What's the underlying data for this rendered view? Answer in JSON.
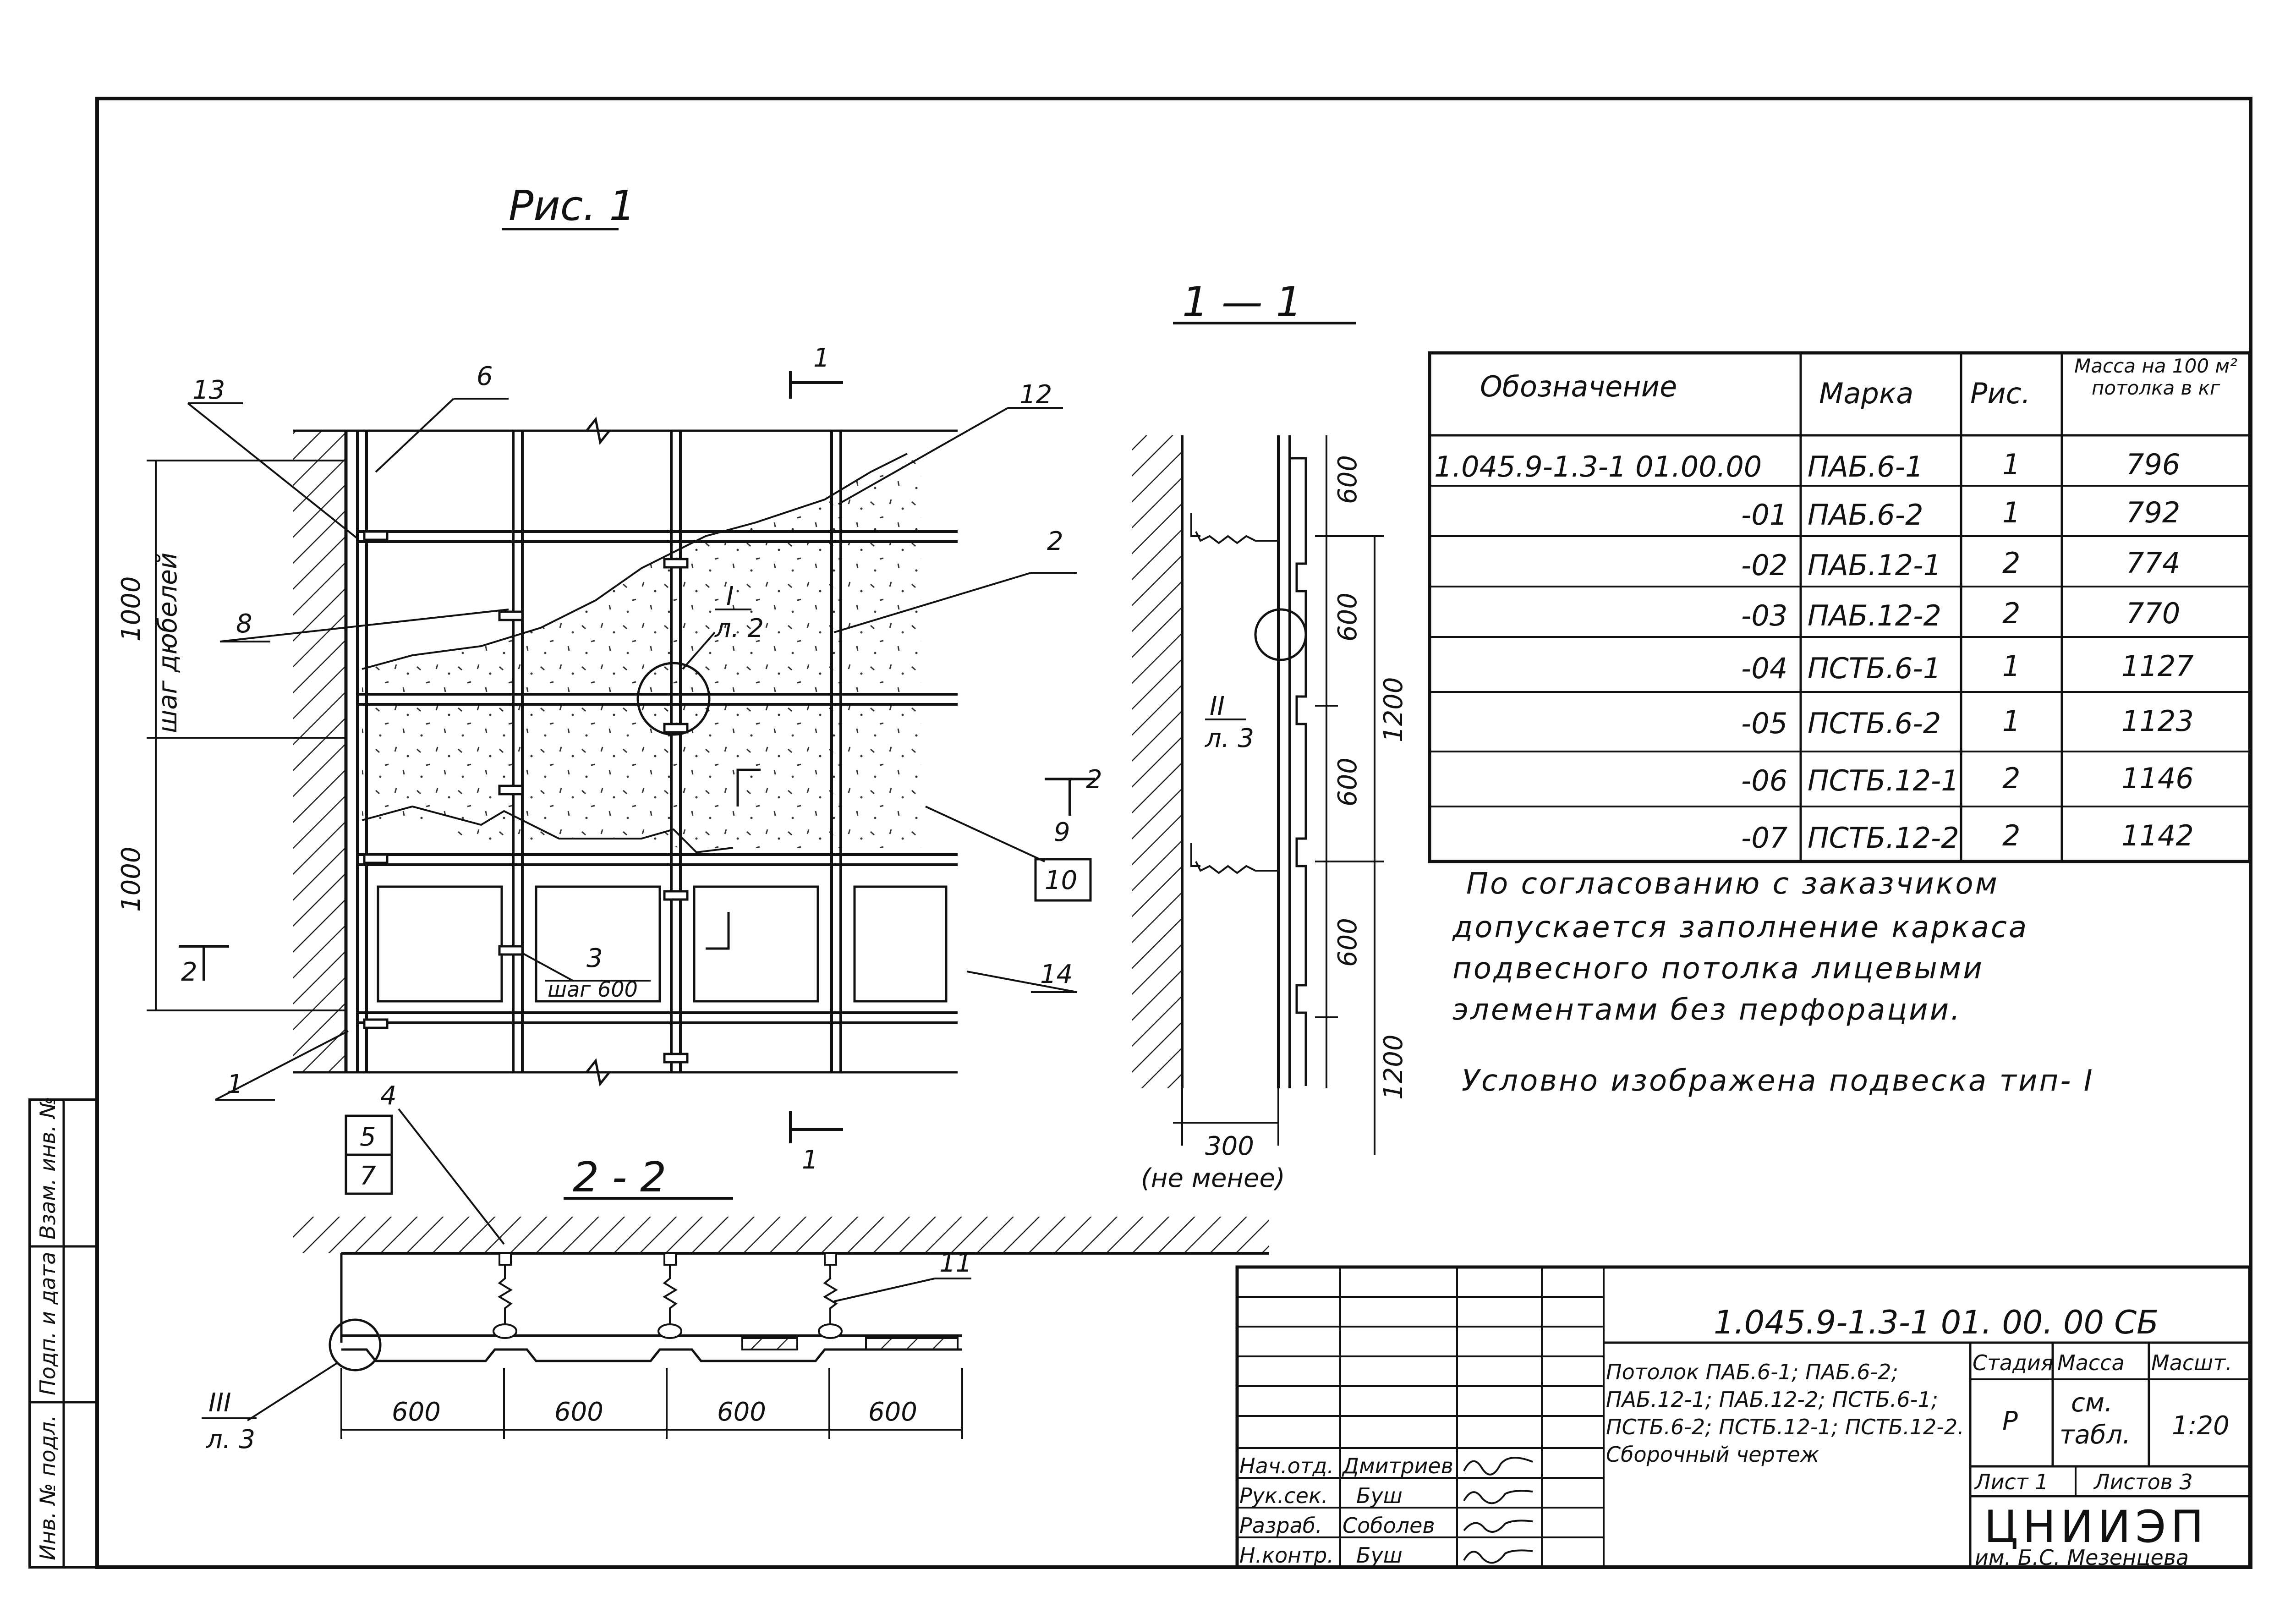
{
  "figure_title": "Рис. 1",
  "section_1_1": "1 — 1",
  "section_2_2": "2 - 2",
  "cut_marker": "1",
  "cut_marker_2": "2",
  "callouts": {
    "c1": "1",
    "c2": "2",
    "c3": "3",
    "c4": "4",
    "c5": "5",
    "c6": "6",
    "c7": "7",
    "c8": "8",
    "c9": "9",
    "c10": "10",
    "c11": "11",
    "c12": "12",
    "c13": "13",
    "c14": "14"
  },
  "step_label": "шаг 600",
  "node_I": "I",
  "node_I_sheet": "л. 2",
  "node_II": "II",
  "node_II_sheet": "л. 3",
  "node_III": "III",
  "node_III_sheet": "л. 3",
  "plan_dims": {
    "d1000_top": "1000",
    "dowel_step": "шаг дюбелей",
    "d1000_bottom": "1000"
  },
  "section_dims": {
    "s600_1": "600",
    "s600_2": "600",
    "s1200_1": "1200",
    "s600_3": "600",
    "s600_4": "600",
    "s1200_2": "1200",
    "s300": "300",
    "not_less": "(не менее)"
  },
  "bottom_dims": [
    "600",
    "600",
    "600",
    "600"
  ],
  "spec_table": {
    "headers": [
      "Обозначение",
      "Марка",
      "Рис.",
      "Масса на 100 м² потолка в кг"
    ],
    "rows": [
      {
        "designation": "1.045.9-1.3-1 01.00.00",
        "mark": "ПАБ.6-1",
        "fig": "1",
        "mass": "796"
      },
      {
        "designation": "-01",
        "mark": "ПАБ.6-2",
        "fig": "1",
        "mass": "792"
      },
      {
        "designation": "-02",
        "mark": "ПАБ.12-1",
        "fig": "2",
        "mass": "774"
      },
      {
        "designation": "-03",
        "mark": "ПАБ.12-2",
        "fig": "2",
        "mass": "770"
      },
      {
        "designation": "-04",
        "mark": "ПСТБ.6-1",
        "fig": "1",
        "mass": "1127"
      },
      {
        "designation": "-05",
        "mark": "ПСТБ.6-2",
        "fig": "1",
        "mass": "1123"
      },
      {
        "designation": "-06",
        "mark": "ПСТБ.12-1",
        "fig": "2",
        "mass": "1146"
      },
      {
        "designation": "-07",
        "mark": "ПСТБ.12-2",
        "fig": "2",
        "mass": "1142"
      }
    ]
  },
  "notes": [
    "По согласованию с заказчиком",
    "допускается заполнение каркаса",
    "подвесного потолка лицевыми",
    "элементами без перфорации."
  ],
  "note_suspension": "Условно изображена подвеска тип- I",
  "side_stamp": [
    "Инв. № подл.",
    "Подп. и дата",
    "Взам. инв. №"
  ],
  "title_block": {
    "doc_code": "1.045.9-1.3-1 01. 00. 00 СБ",
    "title_lines": [
      "Потолок ПАБ.6-1; ПАБ.6-2;",
      "ПАБ.12-1; ПАБ.12-2; ПСТБ.6-1;",
      "ПСТБ.6-2; ПСТБ.12-1; ПСТБ.12-2.",
      "Сборочный чертеж"
    ],
    "stage_label": "Стадия",
    "mass_label": "Масса",
    "scale_label": "Масшт.",
    "stage": "Р",
    "mass_line1": "см.",
    "mass_line2": "табл.",
    "scale": "1:20",
    "sheet": "Лист 1",
    "sheets": "Листов 3",
    "org_name": "ЦНИИЭП",
    "org_sub": "им. Б.С. Мезенцева",
    "people": [
      {
        "role": "Нач.отд.",
        "name": "Дмитриев"
      },
      {
        "role": "Рук.сек.",
        "name": "Буш"
      },
      {
        "role": "Разраб.",
        "name": "Соболев"
      },
      {
        "role": "Н.контр.",
        "name": "Буш"
      }
    ]
  }
}
